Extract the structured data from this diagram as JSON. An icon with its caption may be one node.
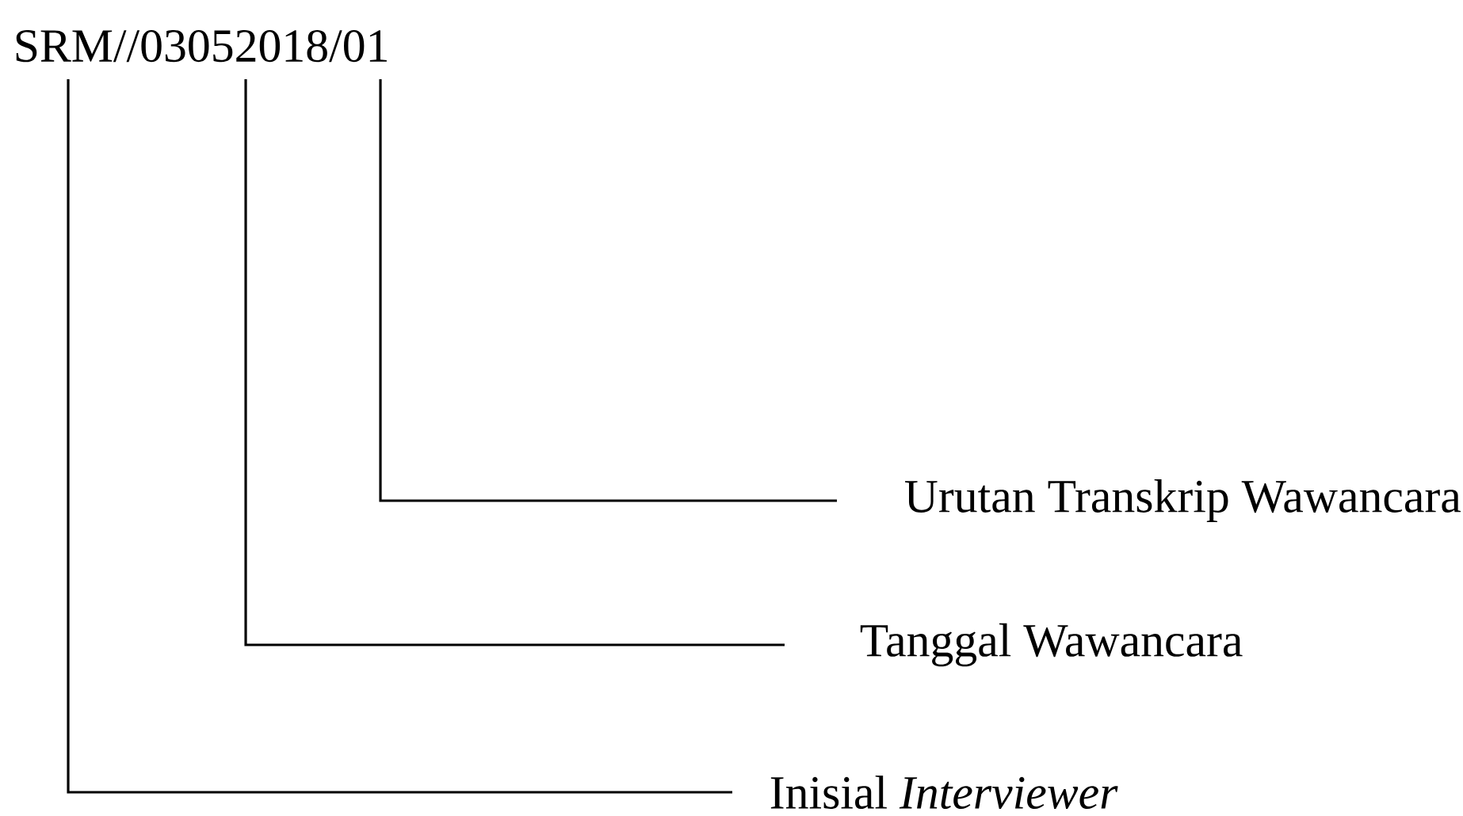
{
  "diagram": {
    "nodes": [
      {
        "text": [
          "SRM//03052018/01"
        ]
      },
      {
        "text": [
          "Urutan Transkrip Wawancara"
        ]
      },
      {
        "text": [
          "Tanggal Wawancara"
        ]
      },
      {
        "text": [
          "Inisial *Interviewer*"
        ]
      }
    ],
    "edges": [
      {
        "from": 1,
        "to": 0,
        "arrow": "none"
      },
      {
        "from": 2,
        "to": 0,
        "arrow": "none"
      },
      {
        "from": 3,
        "to": 0,
        "arrow": "none"
      }
    ]
  }
}
